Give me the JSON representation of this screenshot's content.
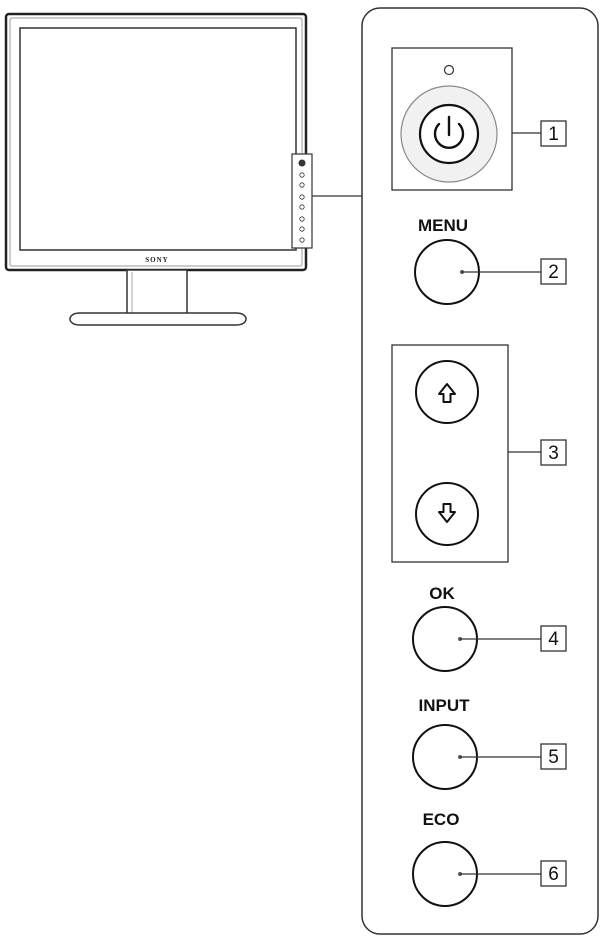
{
  "monitor": {
    "brand": "SONY"
  },
  "controls": [
    {
      "id": "power",
      "label": "",
      "number": "1",
      "icon": "power-icon"
    },
    {
      "id": "menu",
      "label": "MENU",
      "number": "2",
      "icon": ""
    },
    {
      "id": "up",
      "label": "",
      "number": "3",
      "icon": "arrow-up-icon"
    },
    {
      "id": "down",
      "label": "",
      "number": "3",
      "icon": "arrow-down-icon"
    },
    {
      "id": "ok",
      "label": "OK",
      "number": "4",
      "icon": ""
    },
    {
      "id": "input",
      "label": "INPUT",
      "number": "5",
      "icon": ""
    },
    {
      "id": "eco",
      "label": "ECO",
      "number": "6",
      "icon": ""
    }
  ]
}
